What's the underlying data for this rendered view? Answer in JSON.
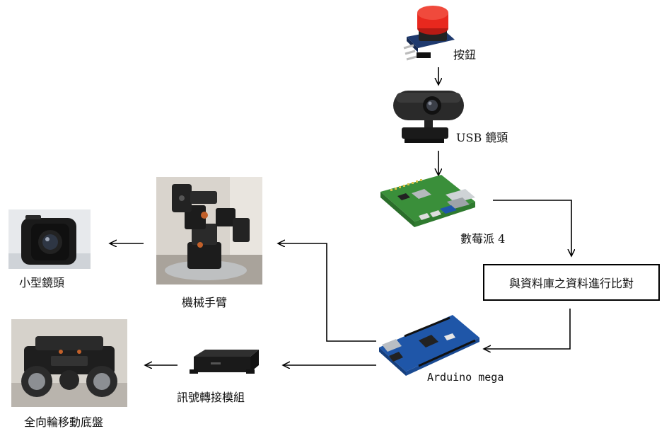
{
  "nodes": {
    "button": {
      "label": "按鈕"
    },
    "usb_camera": {
      "label": "USB 鏡頭"
    },
    "raspberry_pi": {
      "label": "數莓派 4"
    },
    "compare_box": {
      "label": "與資料庫之資料進行比對"
    },
    "arduino": {
      "label": "Arduino mega"
    },
    "robot_arm": {
      "label": "機械手臂"
    },
    "small_camera": {
      "label": "小型鏡頭"
    },
    "signal_module": {
      "label": "訊號轉接模組"
    },
    "chassis": {
      "label": "全向輪移動底盤"
    }
  },
  "edges": [
    {
      "from": "button",
      "to": "usb_camera"
    },
    {
      "from": "usb_camera",
      "to": "raspberry_pi"
    },
    {
      "from": "raspberry_pi",
      "to": "compare_box"
    },
    {
      "from": "compare_box",
      "to": "arduino"
    },
    {
      "from": "arduino",
      "to": "robot_arm"
    },
    {
      "from": "arduino",
      "to": "signal_module"
    },
    {
      "from": "robot_arm",
      "to": "small_camera"
    },
    {
      "from": "signal_module",
      "to": "chassis"
    }
  ],
  "colors": {
    "button_red": "#e8281e",
    "pcb_green": "#3a8f3a",
    "arduino_blue": "#1f56a8",
    "device_dark": "#1c1c1c",
    "arrow": "#000000"
  }
}
